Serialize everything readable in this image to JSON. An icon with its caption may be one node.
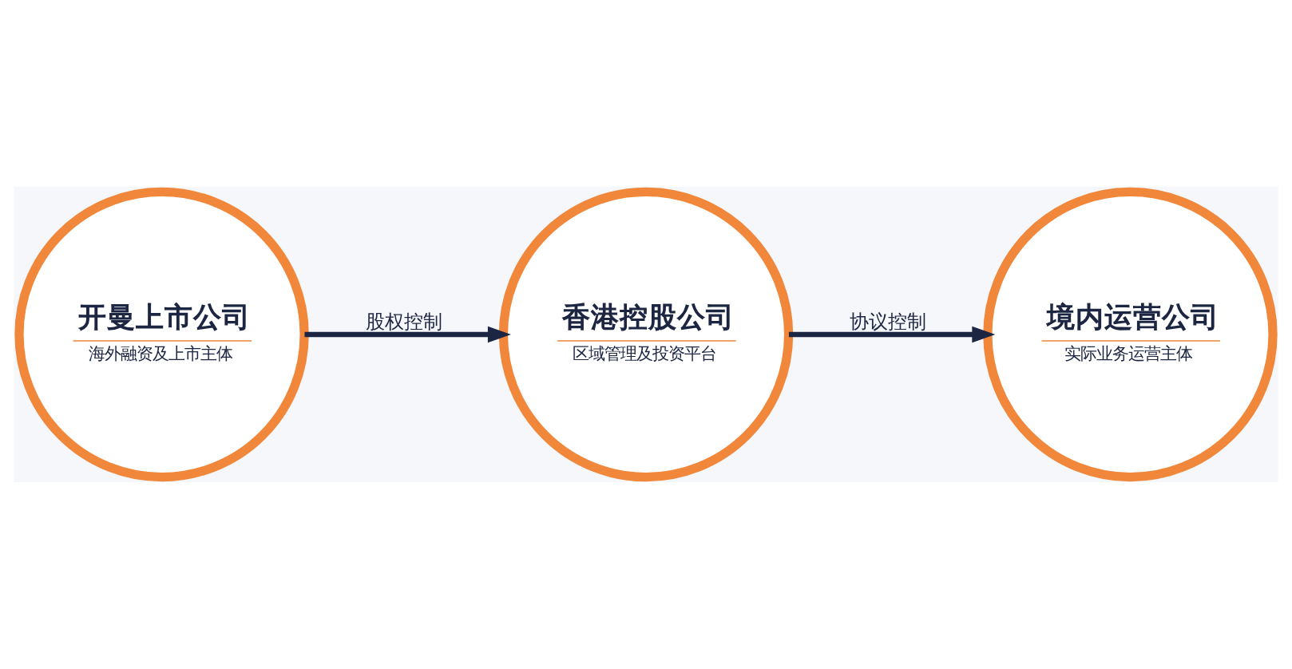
{
  "diagram": {
    "nodes": [
      {
        "text": [
          "开曼上市公司",
          "海外融资及上市主体"
        ]
      },
      {
        "text": [
          "香港控股公司",
          "区域管理及投资平台"
        ]
      },
      {
        "text": [
          "境内运营公司",
          "实际业务运营主体"
        ]
      }
    ],
    "edges": [
      {
        "from": 0,
        "to": 1,
        "arrow": "to",
        "label": "股权控制"
      },
      {
        "from": 1,
        "to": 2,
        "arrow": "to",
        "label": "协议控制"
      }
    ]
  }
}
